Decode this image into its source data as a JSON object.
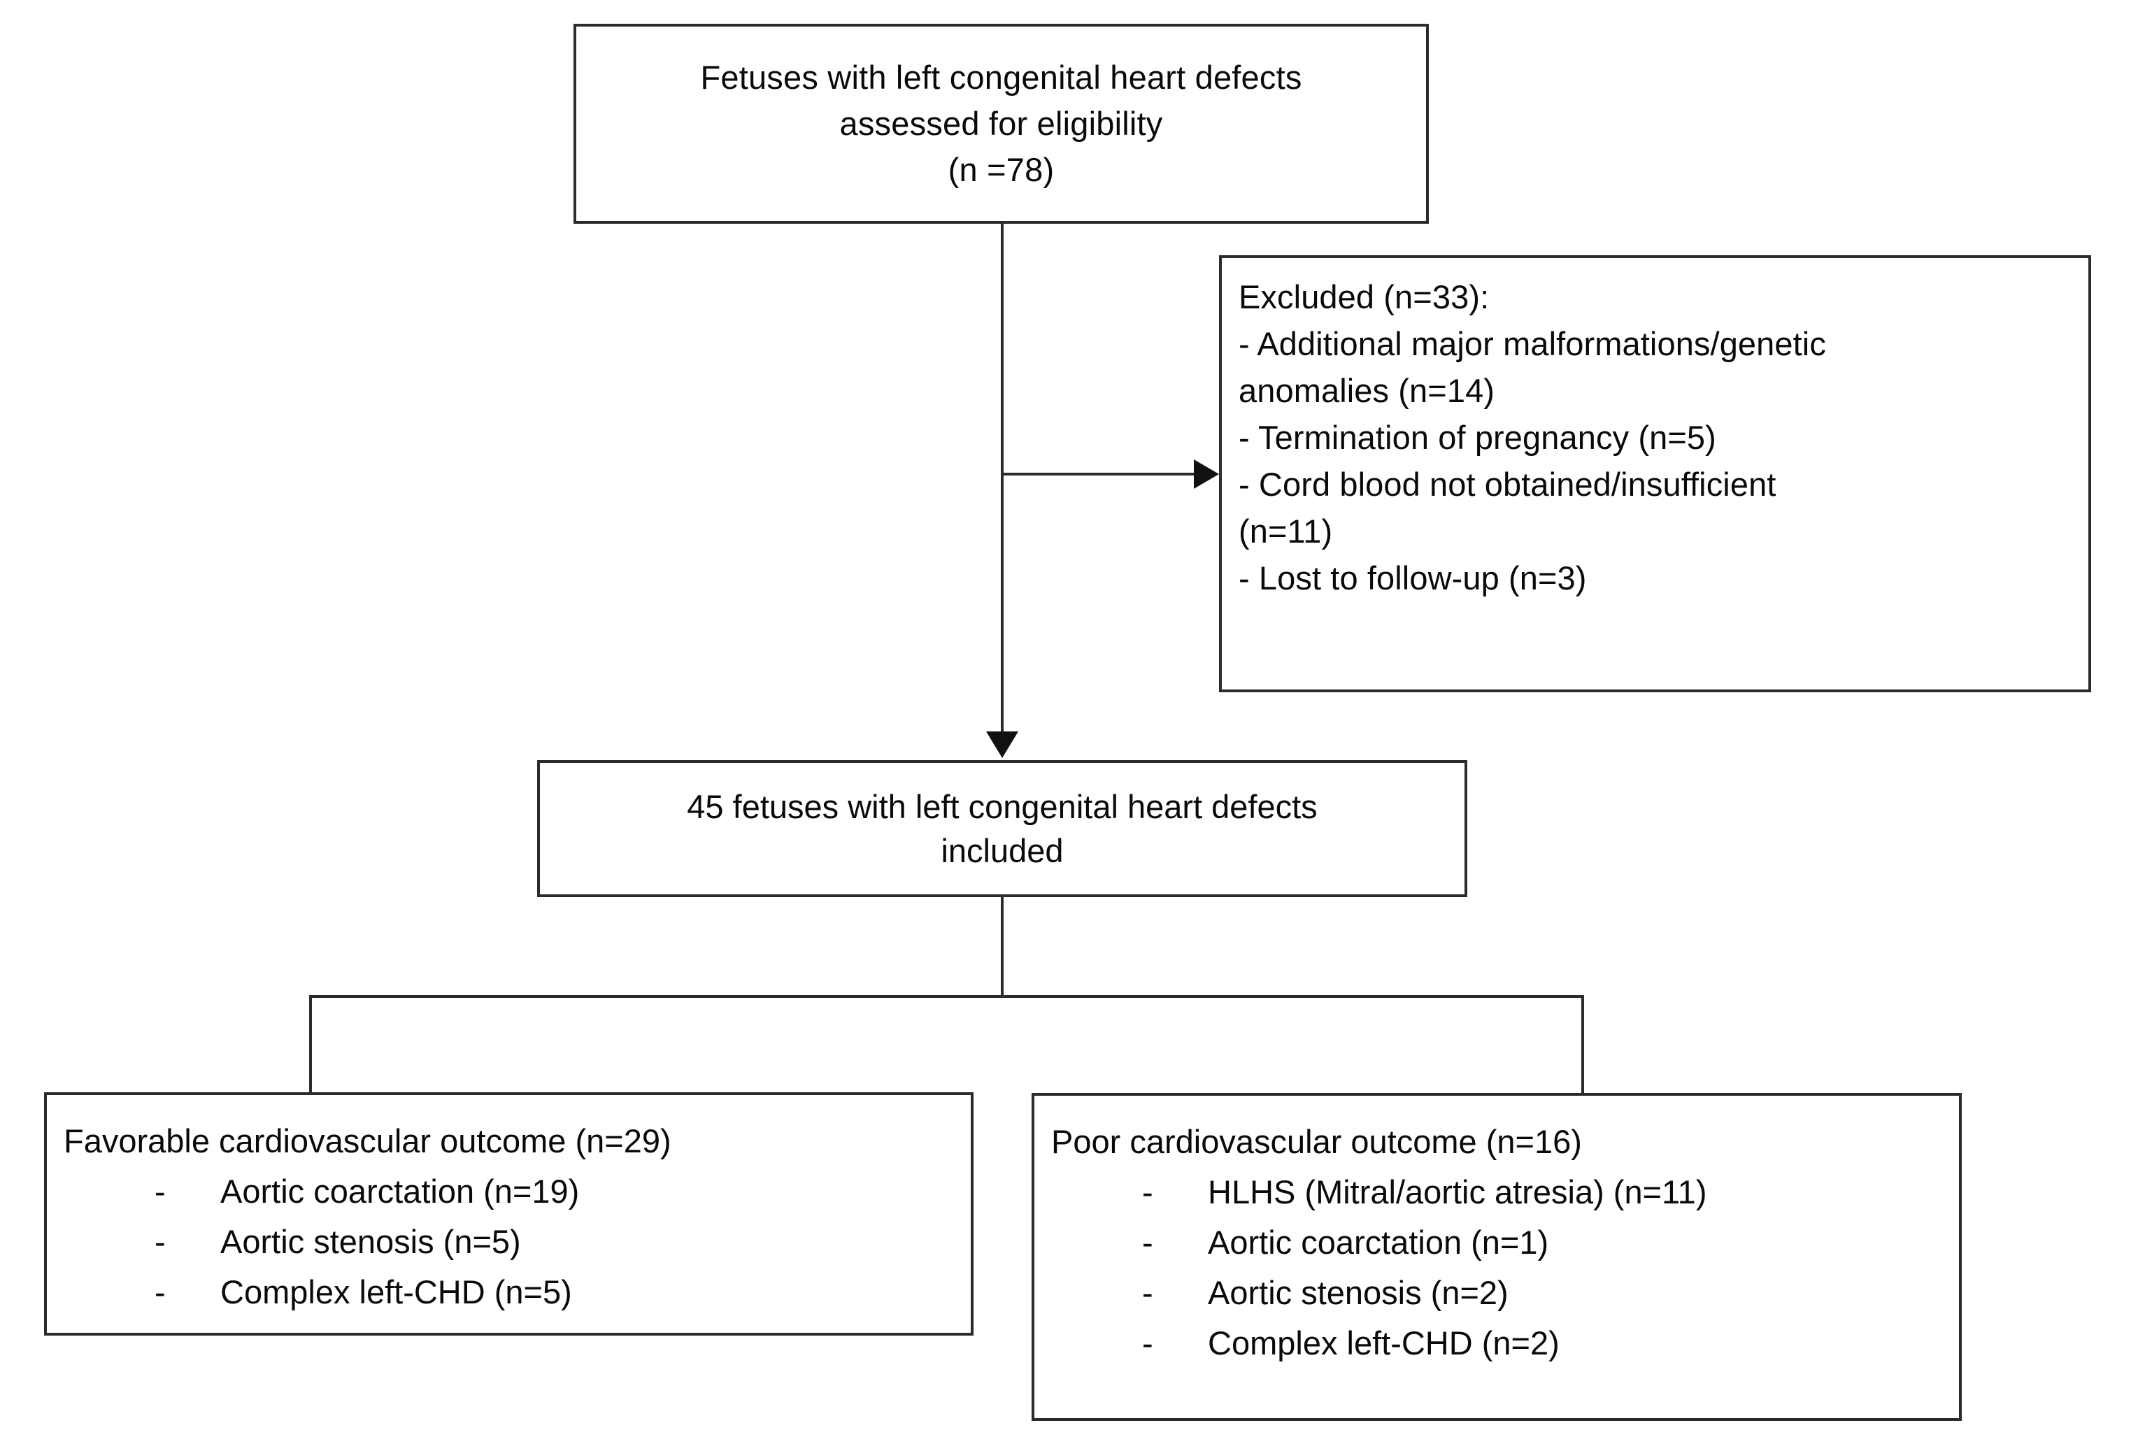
{
  "figure": {
    "type": "flowchart",
    "title": "Study participant flow diagram"
  },
  "nodes": {
    "eligibility": {
      "name": "assessed-for-eligibility",
      "lines": [
        "Fetuses with left congenital heart defects",
        "assessed  for eligibility",
        "(n =78)"
      ],
      "count": 78
    },
    "excluded": {
      "name": "excluded",
      "count": 33,
      "lines": [
        "Excluded (n=33):",
        "- Additional major malformations/genetic",
        "anomalies (n=14)",
        "- Termination of pregnancy (n=5)",
        "- Cord blood not obtained/insufficient",
        "(n=11)",
        "- Lost to follow-up (n=3)"
      ],
      "reasons": [
        {
          "label": "Additional major malformations/genetic anomalies",
          "n": 14
        },
        {
          "label": "Termination of pregnancy",
          "n": 5
        },
        {
          "label": "Cord blood not obtained/insufficient",
          "n": 11
        },
        {
          "label": "Lost to follow-up",
          "n": 3
        }
      ]
    },
    "included": {
      "name": "included",
      "count": 45,
      "lines": [
        "45 fetuses with left congenital heart defects",
        "included"
      ]
    },
    "favorable": {
      "name": "favorable-outcome",
      "header": "Favorable cardiovascular outcome (n=29)",
      "count": 29,
      "items": [
        {
          "dash": "-",
          "label": "Aortic coarctation (n=19)",
          "n": 19
        },
        {
          "dash": "-",
          "label": "Aortic stenosis (n=5)",
          "n": 5
        },
        {
          "dash": "-",
          "label": "Complex left-CHD (n=5)",
          "n": 5
        }
      ]
    },
    "poor": {
      "name": "poor-outcome",
      "header": "Poor cardiovascular outcome (n=16)",
      "count": 16,
      "items": [
        {
          "dash": "-",
          "label": "HLHS (Mitral/aortic atresia) (n=11)",
          "n": 11
        },
        {
          "dash": "-",
          "label": "Aortic coarctation (n=1)",
          "n": 1
        },
        {
          "dash": "-",
          "label": "Aortic stenosis (n=2)",
          "n": 2
        },
        {
          "dash": "-",
          "label": "Complex left-CHD (n=2)",
          "n": 2
        }
      ]
    }
  },
  "colors": {
    "box_border": "#2b2b2b",
    "connector": "#2b2b2b",
    "arrow": "#111111",
    "text": "#0a0a0a",
    "background": "#ffffff"
  }
}
